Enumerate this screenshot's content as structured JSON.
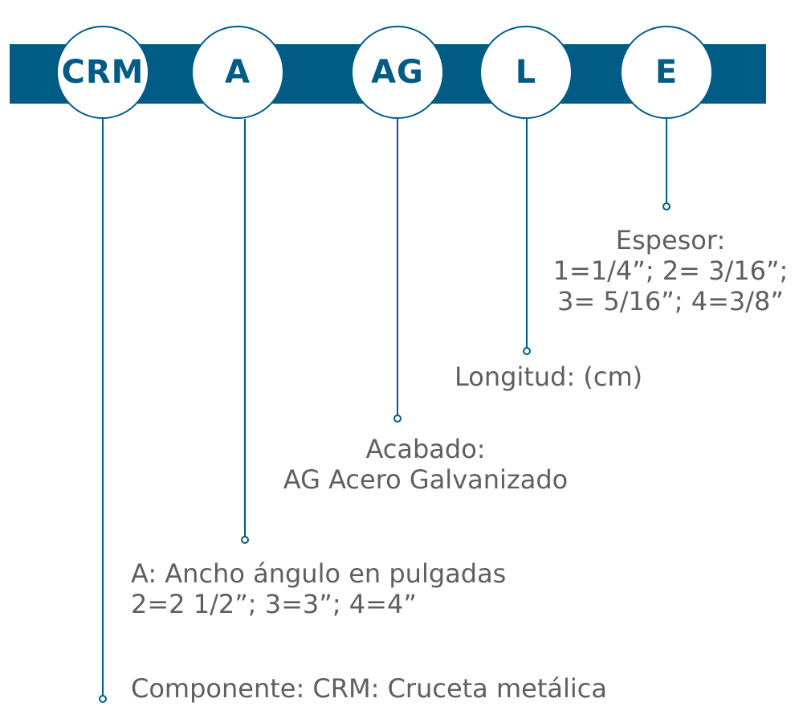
{
  "colors": {
    "bar": "#005b85",
    "text": "#5f5f5f",
    "circle_fill": "#ffffff"
  },
  "codes": [
    {
      "code": "CRM"
    },
    {
      "code": "A"
    },
    {
      "code": "AG"
    },
    {
      "code": "L"
    },
    {
      "code": "E"
    }
  ],
  "labels": {
    "espesor": [
      "Espesor:",
      "1=1/4”; 2= 3/16”;",
      "3= 5/16”; 4=3/8”"
    ],
    "longitud": [
      "Longitud: (cm)"
    ],
    "acabado": [
      "Acabado:",
      "AG Acero Galvanizado"
    ],
    "ancho": [
      "A: Ancho ángulo en pulgadas",
      "2=2 1/2”; 3=3”; 4=4”"
    ],
    "componente": [
      "Componente: CRM: Cruceta metálica"
    ]
  }
}
